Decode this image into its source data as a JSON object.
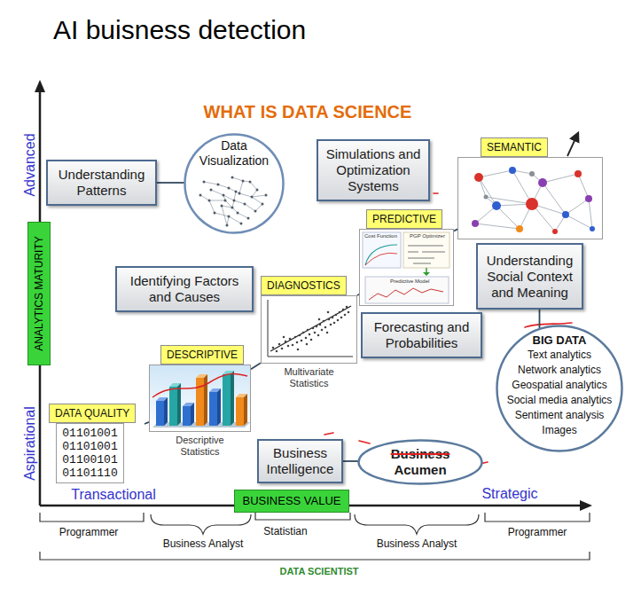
{
  "diagram": {
    "title": "AI buisness detection",
    "nodes": [
      {
        "text": [
          "Understanding Patterns"
        ]
      },
      {
        "text": [
          "Data Visualization"
        ]
      },
      {
        "text": [
          "Simulations and Optimization Systems"
        ]
      },
      {
        "text": [
          "SEMANTIC"
        ]
      },
      {
        "text": [
          "PREDICTIVE"
        ]
      },
      {
        "text": [
          "Identifying Factors and Causes"
        ]
      },
      {
        "text": [
          "DIAGNOSTICS",
          "Multivariate Statistics"
        ]
      },
      {
        "text": [
          "Understanding Social Context and Meaning"
        ]
      },
      {
        "text": [
          "Forecasting and Probabilities"
        ]
      },
      {
        "text": [
          "BIG DATA",
          "Text analytics",
          "Network analytics",
          "Geospatial analytics",
          "Social media analytics",
          "Sentiment analysis",
          "Images"
        ]
      },
      {
        "text": [
          "DESCRIPTIVE",
          "Descriptive Statistics"
        ]
      },
      {
        "text": [
          "DATA QUALITY",
          "01101001",
          "01101001",
          "01100101",
          "01101110"
        ]
      },
      {
        "text": [
          "Business Intelligence"
        ]
      },
      {
        "text": [
          "Business",
          "Acumen"
        ]
      },
      {
        "text": [
          "ANALYTICS MATURITY"
        ]
      },
      {
        "text": [
          "BUSINESS VALUE"
        ]
      }
    ],
    "edges": [
      {
        "from": 0,
        "to": 1,
        "arrow": "none"
      },
      {
        "from": 7,
        "to": 9,
        "arrow": "none"
      },
      {
        "from": 12,
        "to": 13,
        "arrow": "none"
      },
      {
        "from": 11,
        "to": 10,
        "arrow": "none"
      },
      {
        "from": 10,
        "to": 6,
        "arrow": "none"
      },
      {
        "from": 6,
        "to": 4,
        "arrow": "none"
      },
      {
        "from": 4,
        "to": 3,
        "arrow": "none"
      }
    ],
    "labels": [
      "WHAT IS DATA SCIENCE",
      "Advanced",
      "Aspirational",
      "Transactional",
      "Strategic",
      "Cost Function",
      "PGP Optimizer",
      "Predictive Model",
      "Programmer",
      "Statistian",
      "Business Analyst",
      "Business Analyst",
      "Programmer",
      "DATA SCIENTIST"
    ]
  }
}
